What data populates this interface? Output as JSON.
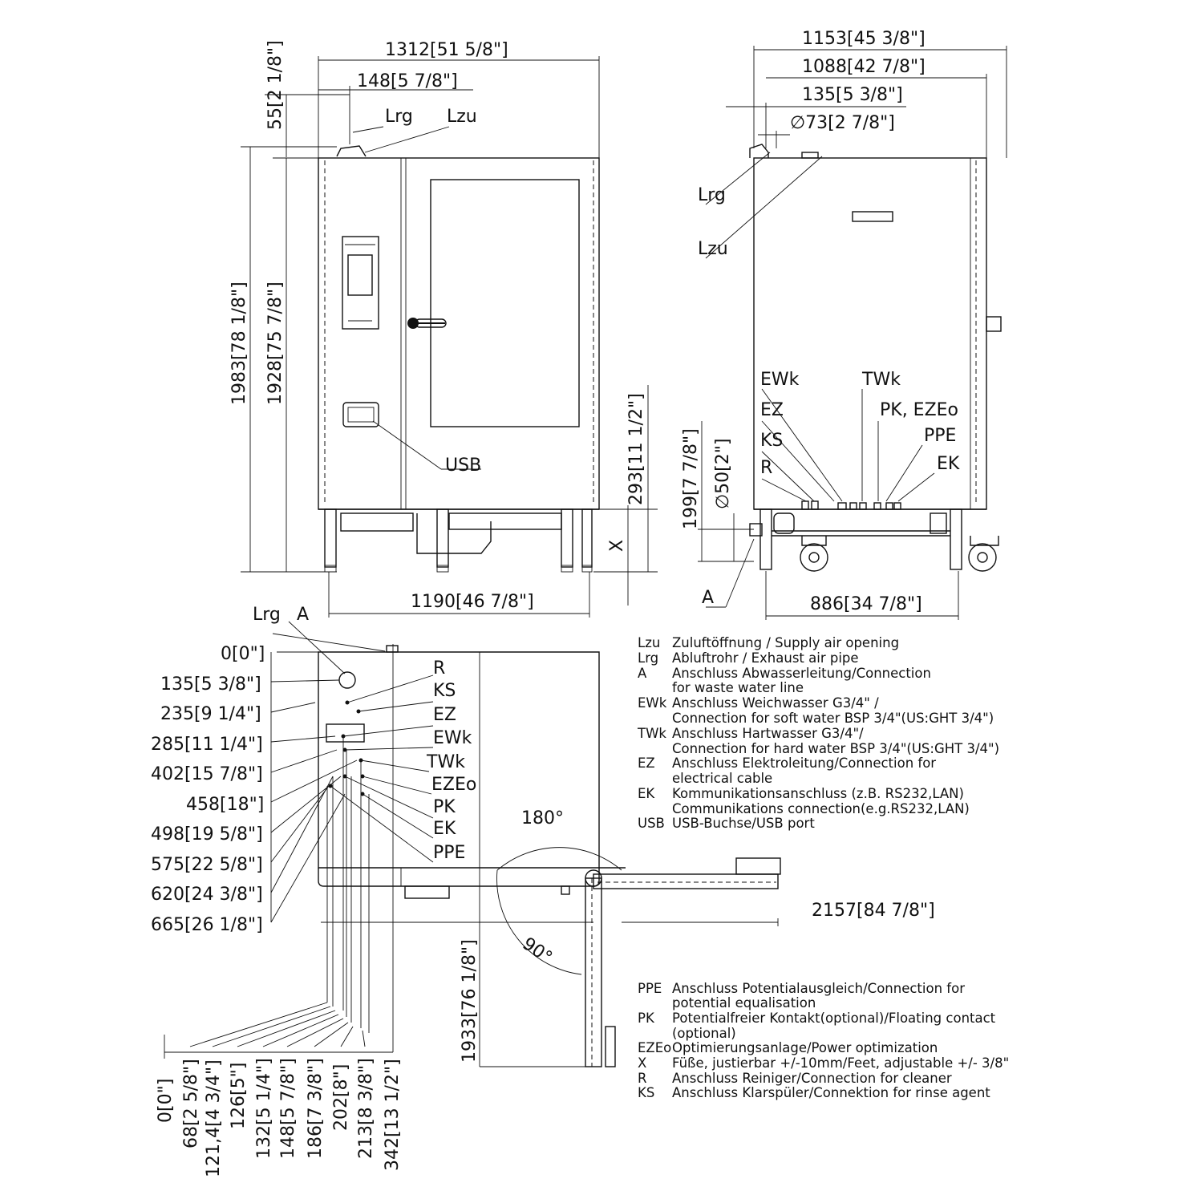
{
  "front_view": {
    "width_total": "1312[51 5/8\"]",
    "offset_top": "148[5 7/8\"]",
    "vertical_top": "55[2 1/8\"]",
    "height_total": "1983[78 1/8\"]",
    "height_body": "1928[75 7/8\"]",
    "height_293": "293[11 1/2\"]",
    "width_bottom": "1190[46 7/8\"]",
    "x_label": "X",
    "lrg": "Lrg",
    "lzu": "Lzu",
    "usb": "USB"
  },
  "side_view": {
    "width_1153": "1153[45 3/8\"]",
    "width_1088": "1088[42 7/8\"]",
    "width_135": "135[5 3/8\"]",
    "dia_73": "∅73[2 7/8\"]",
    "lrg": "Lrg",
    "lzu": "Lzu",
    "h_199": "199[7 7/8\"]",
    "dia_50": "∅50[2\"]",
    "width_886": "886[34 7/8\"]",
    "a": "A",
    "labels_left": [
      "EWk",
      "EZ",
      "KS",
      "R"
    ],
    "labels_right": [
      "TWk",
      "PK, EZEo",
      "PPE",
      "EK"
    ]
  },
  "top_view": {
    "lrg": "Lrg",
    "a": "A",
    "left_dims": [
      "0[0\"]",
      "135[5 3/8\"]",
      "235[9 1/4\"]",
      "285[11 1/4\"]",
      "402[15 7/8\"]",
      "458[18\"]",
      "498[19 5/8\"]",
      "575[22 5/8\"]",
      "620[24 3/8\"]",
      "665[26 1/8\"]"
    ],
    "conn_labels": [
      "R",
      "KS",
      "EZ",
      "EWk",
      "TWk",
      "EZEo",
      "PK",
      "EK",
      "PPE"
    ],
    "angle_180": "180°",
    "angle_90": "90°",
    "swing": "2157[84 7/8\"]",
    "depth": "1933[76 1/8\"]",
    "bottom_dims": [
      "0[0\"]",
      "68[2 5/8\"]",
      "121,4[4 3/4\"]",
      "126[5\"]",
      "132[5 1/4\"]",
      "148[5 7/8\"]",
      "186[7 3/8\"]",
      "202[8\"]",
      "213[8 3/8\"]",
      "342[13 1/2\"]"
    ]
  },
  "legend_top": [
    {
      "code": "Lzu",
      "text": "Zuluftöffnung / Supply air opening"
    },
    {
      "code": "Lrg",
      "text": "Abluftrohr / Exhaust air pipe"
    },
    {
      "code": "A",
      "text": "Anschluss Abwasserleitung/Connection"
    },
    {
      "code": "",
      "text": "for waste water line"
    },
    {
      "code": "EWk",
      "text": "Anschluss Weichwasser G3/4\" /"
    },
    {
      "code": "",
      "text": "Connection for soft water BSP 3/4\"(US:GHT 3/4\")"
    },
    {
      "code": "TWk",
      "text": "Anschluss Hartwasser G3/4\"/"
    },
    {
      "code": "",
      "text": "Connection for hard water BSP 3/4\"(US:GHT 3/4\")"
    },
    {
      "code": "EZ",
      "text": "Anschluss Elektroleitung/Connection for"
    },
    {
      "code": "",
      "text": "electrical cable"
    },
    {
      "code": "EK",
      "text": "Kommunikationsanschluss (z.B. RS232,LAN)"
    },
    {
      "code": "",
      "text": "Communikations connection(e.g.RS232,LAN)"
    },
    {
      "code": "USB",
      "text": "USB-Buchse/USB port"
    }
  ],
  "legend_bottom": [
    {
      "code": "PPE",
      "text": "Anschluss Potentialausgleich/Connection for"
    },
    {
      "code": "",
      "text": " potential equalisation"
    },
    {
      "code": "PK",
      "text": "Potentialfreier Kontakt(optional)/Floating contact"
    },
    {
      "code": "",
      "text": " (optional)"
    },
    {
      "code": "EZEo",
      "text": "Optimierungsanlage/Power optimization"
    },
    {
      "code": "X",
      "text": "Füße, justierbar +/-10mm/Feet, adjustable  +/- 3/8\""
    },
    {
      "code": "R",
      "text": " Anschluss Reiniger/Connection for cleaner"
    },
    {
      "code": "KS",
      "text": "Anschluss Klarspüler/Connektion for rinse agent"
    }
  ]
}
